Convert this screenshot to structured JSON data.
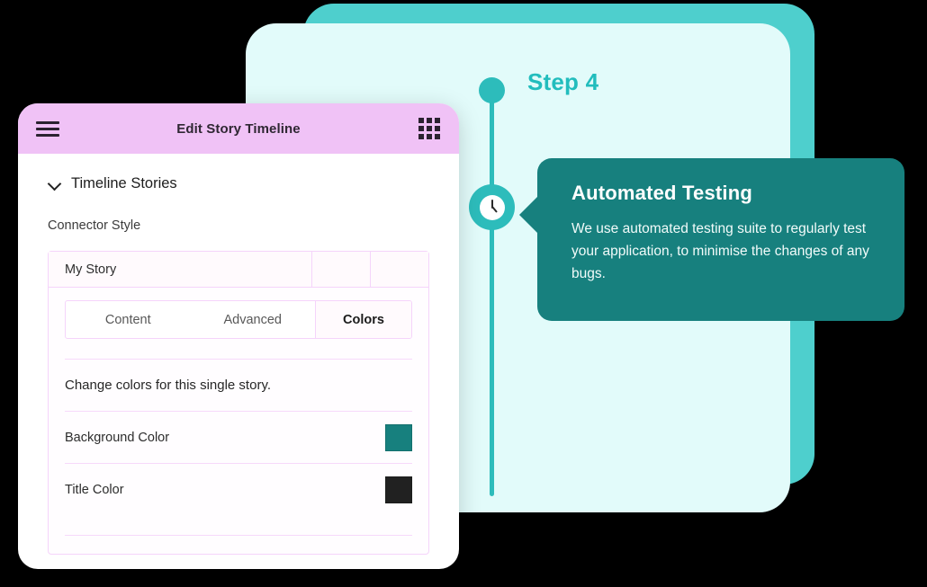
{
  "panel": {
    "header": {
      "title": "Edit Story Timeline",
      "menu_icon": "hamburger-icon",
      "grid_icon": "grid-icon"
    },
    "section": {
      "title": "Timeline Stories",
      "chevron_icon": "chevron-down-icon"
    },
    "connector_style_label": "Connector Style",
    "story": {
      "name": "My Story",
      "tabs": [
        {
          "label": "Content",
          "active": false
        },
        {
          "label": "Advanced",
          "active": false
        },
        {
          "label": "Colors",
          "active": true
        }
      ],
      "description": "Change colors for this single story.",
      "color_rows": [
        {
          "label": "Background Color",
          "value": "#17807e"
        },
        {
          "label": "Title Color",
          "value": "#212121"
        }
      ]
    }
  },
  "preview": {
    "step_label": "Step 4",
    "marker_icon": "clock-icon",
    "tooltip": {
      "title": "Automated Testing",
      "body": "We use automated testing suite to regularly test your application, to minimise the changes of any bugs."
    }
  },
  "colors": {
    "header_pink": "#f0c2f6",
    "teal_card": "#4ecfcd",
    "mint_card": "#e2fbfa",
    "timeline_teal": "#2dbcbb",
    "tooltip_teal": "#17807e",
    "step_text": "#22bdbd"
  }
}
